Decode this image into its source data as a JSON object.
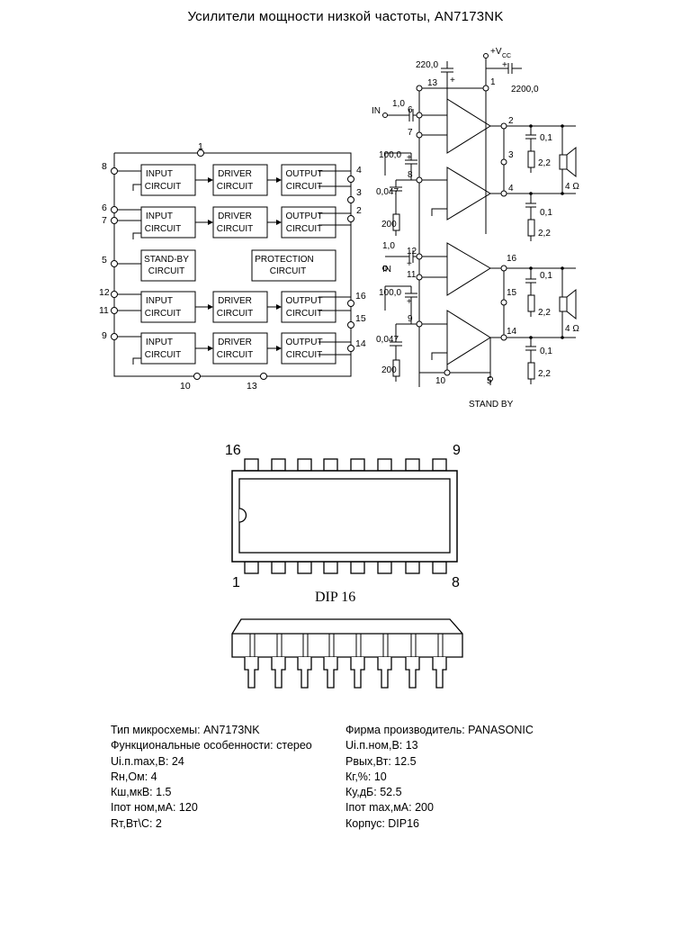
{
  "title": "Усилители мощности низкой частоты, AN7173NK",
  "block_diagram": {
    "blocks": {
      "input": [
        "INPUT",
        "CIRCUIT"
      ],
      "driver": [
        "DRIVER",
        "CIRCUIT"
      ],
      "output": [
        "OUTPUT",
        "CIRCUIT"
      ],
      "standby": [
        "STAND-BY",
        "CIRCUIT"
      ],
      "protection": [
        "PROTECTION",
        "CIRCUIT"
      ]
    },
    "pins": [
      "1",
      "8",
      "4",
      "3",
      "6",
      "7",
      "2",
      "5",
      "12",
      "11",
      "16",
      "15",
      "9",
      "14",
      "10",
      "13"
    ]
  },
  "schematic": {
    "labels": {
      "c_top": "220,0",
      "vcc": "+V",
      "vcc_sub": "CC",
      "c_vcc": "2200,0",
      "in": "IN",
      "c_in": "1,0",
      "c_100": "100,0",
      "c_047": "0,047",
      "r_200": "200",
      "c_01": "0,1",
      "r_22": "2,2",
      "speaker": "4 Ω",
      "standby": "STAND BY",
      "plus": "+"
    },
    "pins": [
      "13",
      "1",
      "6",
      "7",
      "2",
      "3",
      "8",
      "4",
      "12",
      "11",
      "16",
      "15",
      "9",
      "14",
      "10",
      "5"
    ]
  },
  "package": {
    "pin_tl": "16",
    "pin_tr": "9",
    "pin_bl": "1",
    "pin_br": "8",
    "name": "DIP 16"
  },
  "specs_left": [
    "Тип микросхемы: AN7173NK",
    "Функциональные особенности:  стерео",
    "Ui.п.max,В: 24",
    "Rн,Ом: 4",
    "Кш,мкВ: 1.5",
    "Iпот ном,мА: 120",
    "Rт,Вт\\С: 2"
  ],
  "specs_right": [
    "Фирма производитель: PANASONIC",
    "Ui.п.ном,В: 13",
    "Рвых,Вт: 12.5",
    "Кг,%: 10",
    "Ку,дБ: 52.5",
    "Iпот max,мА: 200",
    "Корпус: DIP16"
  ]
}
